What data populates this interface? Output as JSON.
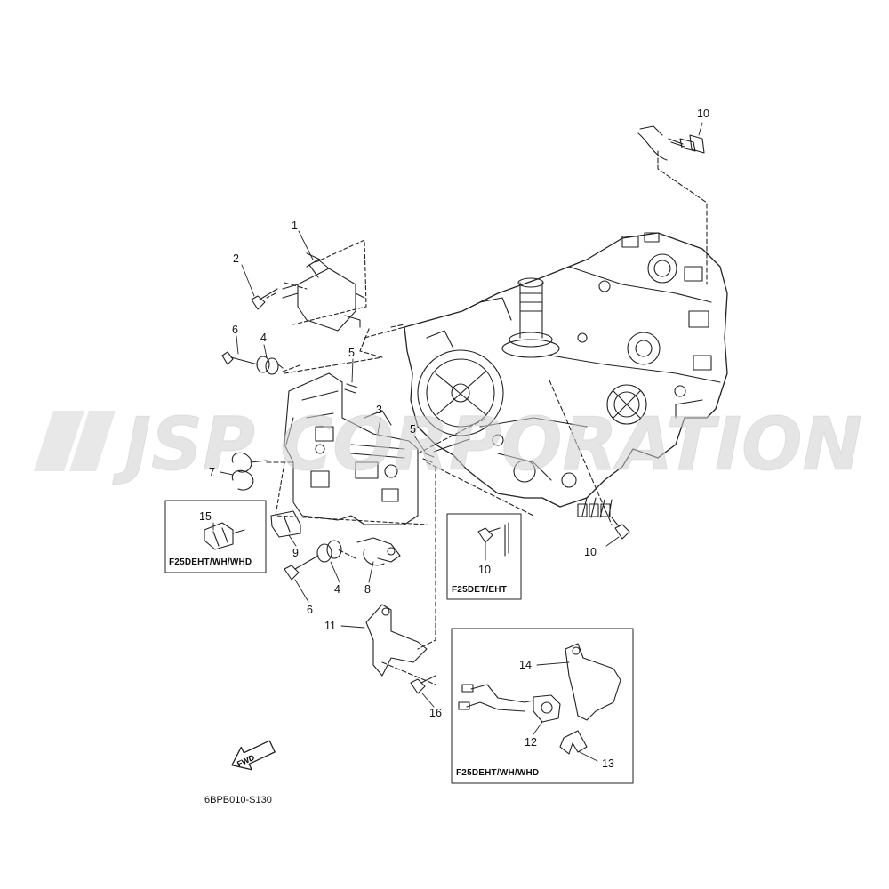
{
  "watermark": {
    "text": "JSP CORPORATION"
  },
  "diagram_code": "6BPB010-S130",
  "fwd_label": "FWD",
  "callouts": [
    {
      "id": "c1",
      "text": "1"
    },
    {
      "id": "c2",
      "text": "2"
    },
    {
      "id": "c3",
      "text": "3"
    },
    {
      "id": "c4a",
      "text": "4"
    },
    {
      "id": "c4b",
      "text": "4"
    },
    {
      "id": "c5a",
      "text": "5"
    },
    {
      "id": "c5b",
      "text": "5"
    },
    {
      "id": "c6a",
      "text": "6"
    },
    {
      "id": "c6b",
      "text": "6"
    },
    {
      "id": "c7",
      "text": "7"
    },
    {
      "id": "c8",
      "text": "8"
    },
    {
      "id": "c9",
      "text": "9"
    },
    {
      "id": "c10a",
      "text": "10"
    },
    {
      "id": "c10b",
      "text": "10"
    },
    {
      "id": "c10c",
      "text": "10"
    },
    {
      "id": "c11",
      "text": "11"
    },
    {
      "id": "c12",
      "text": "12"
    },
    {
      "id": "c13",
      "text": "13"
    },
    {
      "id": "c14",
      "text": "14"
    },
    {
      "id": "c15",
      "text": "15"
    },
    {
      "id": "c16",
      "text": "16"
    }
  ],
  "boxes": {
    "left": "F25DEHT/WH/WHD",
    "middle": "F25DET/EHT",
    "right": "F25DEHT/WH/WHD"
  }
}
